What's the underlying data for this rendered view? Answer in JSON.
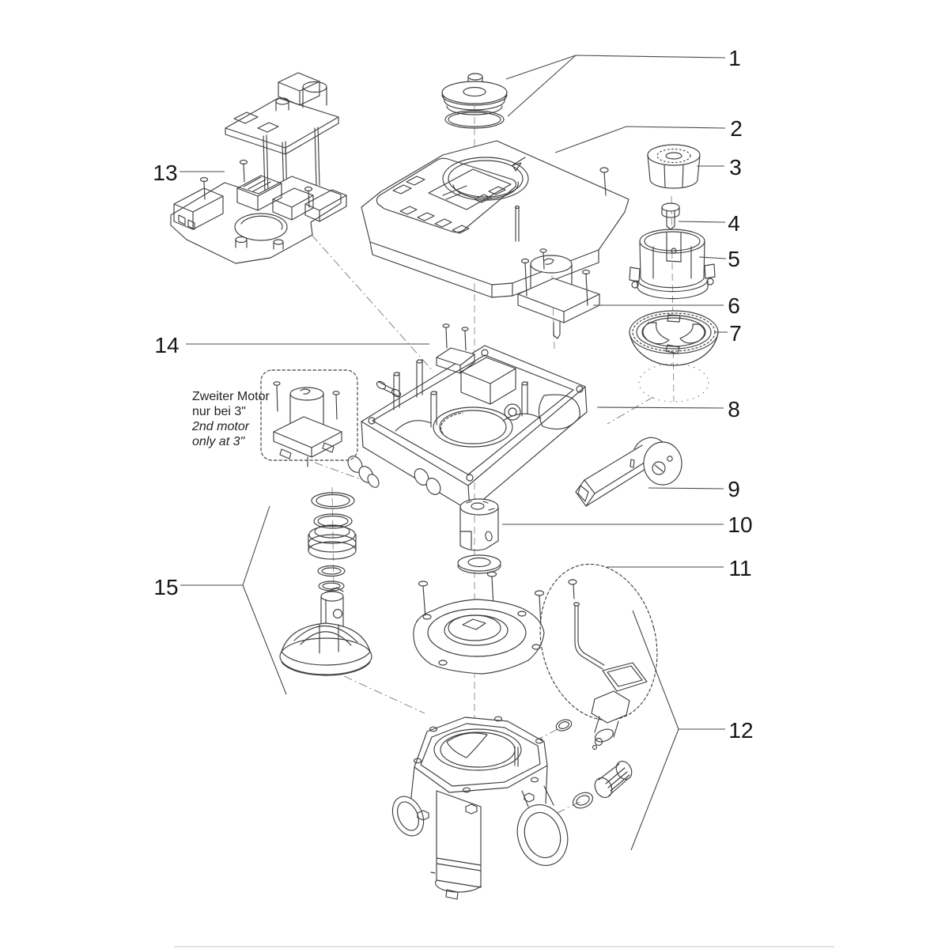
{
  "diagram": {
    "note": {
      "de1": "Zweiter Motor",
      "de2": "nur bei 3\"",
      "en1": "2nd motor",
      "en2": "only at 3\""
    },
    "labels": [
      {
        "text": "1"
      },
      {
        "text": "2"
      },
      {
        "text": "3"
      },
      {
        "text": "4"
      },
      {
        "text": "5"
      },
      {
        "text": "6"
      },
      {
        "text": "7"
      },
      {
        "text": "8"
      },
      {
        "text": "9"
      },
      {
        "text": "10"
      },
      {
        "text": "11"
      },
      {
        "text": "12"
      },
      {
        "text": "13"
      },
      {
        "text": "14"
      },
      {
        "text": "15"
      }
    ]
  }
}
